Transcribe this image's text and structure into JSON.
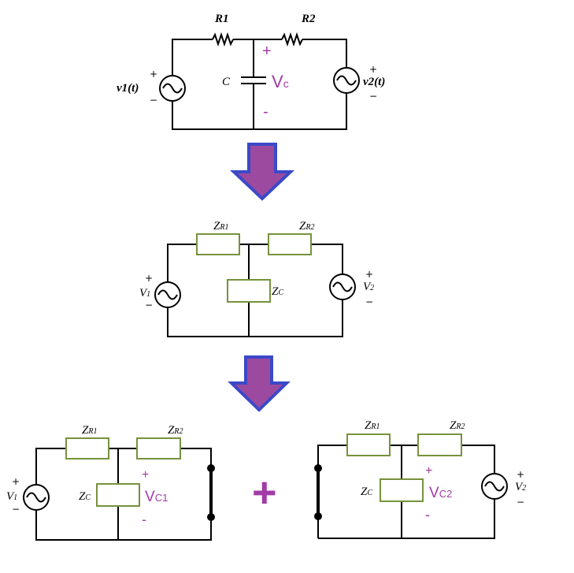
{
  "diagram": {
    "top": {
      "r1": "R1",
      "r2": "R2",
      "c": "C",
      "src1": "v1(t)",
      "src2": "v2(t)",
      "plus": "+",
      "minus": "−",
      "vc_main": "V",
      "vc_sub": "c",
      "vc_plus": "+",
      "vc_minus": "-"
    },
    "middle": {
      "zr1_main": "Z",
      "zr1_sub": "R1",
      "zr2_main": "Z",
      "zr2_sub": "R2",
      "zc_main": "Z",
      "zc_sub": "C",
      "v1_main": "V",
      "v1_sub": "1",
      "v2_main": "V",
      "v2_sub": "2",
      "plus": "+",
      "minus": "−"
    },
    "bottom_left": {
      "zr1_main": "Z",
      "zr1_sub": "R1",
      "zr2_main": "Z",
      "zr2_sub": "R2",
      "zc_main": "Z",
      "zc_sub": "C",
      "v1_main": "V",
      "v1_sub": "1",
      "plus": "+",
      "minus": "−",
      "vc_main": "V",
      "vc_sub": "C1",
      "vc_plus": "+",
      "vc_minus": "-"
    },
    "bottom_right": {
      "zr1_main": "Z",
      "zr1_sub": "R1",
      "zr2_main": "Z",
      "zr2_sub": "R2",
      "zc_main": "Z",
      "zc_sub": "C",
      "v2_main": "V",
      "v2_sub": "2",
      "plus": "+",
      "minus": "−",
      "vc_main": "V",
      "vc_sub": "C2",
      "vc_plus": "+",
      "vc_minus": "-"
    },
    "sum_symbol": "+",
    "colors": {
      "arrow_fill": "#9c4a9f",
      "arrow_stroke": "#3b49c8",
      "impedance_border": "#76923c",
      "label_purple": "#a23ba6",
      "wire": "#000000"
    }
  }
}
